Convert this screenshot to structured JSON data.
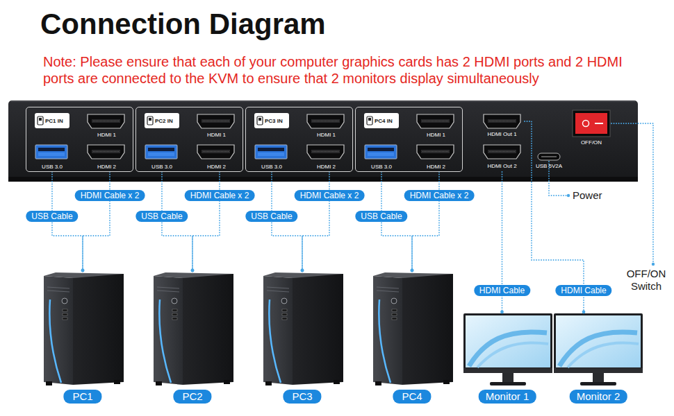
{
  "diagram": {
    "title": "Connection Diagram",
    "nodes": [
      {
        "text": [
          "PC1 IN",
          "HDMI 1",
          "USB 3.0",
          "HDMI 2"
        ]
      },
      {
        "text": [
          "PC2 IN",
          "HDMI 1",
          "USB 3.0",
          "HDMI 2"
        ]
      },
      {
        "text": [
          "PC3 IN",
          "HDMI 1",
          "USB 3.0",
          "HDMI 2"
        ]
      },
      {
        "text": [
          "PC4 IN",
          "HDMI 1",
          "USB 3.0",
          "HDMI 2"
        ]
      },
      {
        "text": [
          "HDMI Out 1"
        ]
      },
      {
        "text": [
          "HDMI Out 2"
        ]
      },
      {
        "text": [
          "PC1"
        ]
      },
      {
        "text": [
          "PC2"
        ]
      },
      {
        "text": [
          "PC3"
        ]
      },
      {
        "text": [
          "PC4"
        ]
      },
      {
        "text": [
          "Monitor 1"
        ]
      },
      {
        "text": [
          "Monitor 2"
        ]
      }
    ],
    "edges": [
      {
        "from": 0,
        "to": 6,
        "label": "HDMI Cable x 2",
        "arrow": "none"
      },
      {
        "from": 0,
        "to": 6,
        "label": "USB Cable",
        "arrow": "none"
      },
      {
        "from": 1,
        "to": 7,
        "label": "HDMI Cable x 2",
        "arrow": "none"
      },
      {
        "from": 1,
        "to": 7,
        "label": "USB Cable",
        "arrow": "none"
      },
      {
        "from": 2,
        "to": 8,
        "label": "HDMI Cable x 2",
        "arrow": "none"
      },
      {
        "from": 2,
        "to": 8,
        "label": "USB Cable",
        "arrow": "none"
      },
      {
        "from": 3,
        "to": 9,
        "label": "HDMI Cable x 2",
        "arrow": "none"
      },
      {
        "from": 3,
        "to": 9,
        "label": "USB Cable",
        "arrow": "none"
      },
      {
        "from": 4,
        "to": 11,
        "label": "HDMI Cable",
        "arrow": "none"
      },
      {
        "from": 5,
        "to": 10,
        "label": "HDMI Cable",
        "arrow": "none"
      }
    ],
    "labels": [
      "Note: Please ensure that each of your computer graphics cards has 2 HDMI ports and 2 HDMI ports are connected to the KVM to ensure that 2 monitors display simultaneously",
      "USB 5V2A",
      "OFF/ON",
      "Power",
      "OFF/ON Switch"
    ]
  }
}
